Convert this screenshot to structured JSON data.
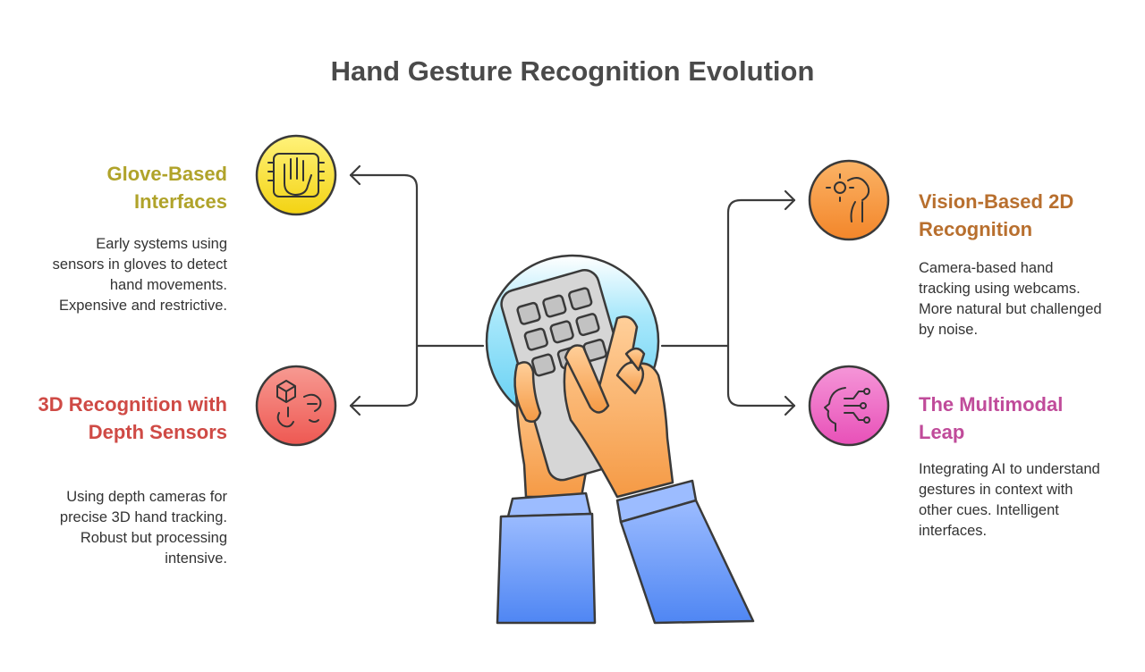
{
  "title": "Hand Gesture Recognition Evolution",
  "stages": [
    {
      "heading": "Glove-Based Interfaces",
      "description": "Early systems using sensors in gloves to detect hand movements. Expensive and restrictive.",
      "color": "#b0a32a",
      "icon_fill": "#f5e028",
      "icon": "glove-hand-icon"
    },
    {
      "heading": "3D Recognition with Depth Sensors",
      "description": "Using depth cameras for precise 3D hand tracking. Robust but processing intensive.",
      "color": "#cf4a45",
      "icon_fill": "#f26a66",
      "icon": "3d-cube-hand-icon"
    },
    {
      "heading": "Vision-Based 2D Recognition",
      "description": "Camera-based hand tracking using webcams. More natural but challenged by noise.",
      "color": "#b86f2e",
      "icon_fill": "#f7963e",
      "icon": "camera-hand-icon"
    },
    {
      "heading": "The Multimodal Leap",
      "description": "Integrating AI to understand gestures in context with other cues. Intelligent interfaces.",
      "color": "#c04b9a",
      "icon_fill": "#ef6fc8",
      "icon": "ai-head-icon"
    }
  ],
  "center_icon": "hands-holding-remote-icon"
}
